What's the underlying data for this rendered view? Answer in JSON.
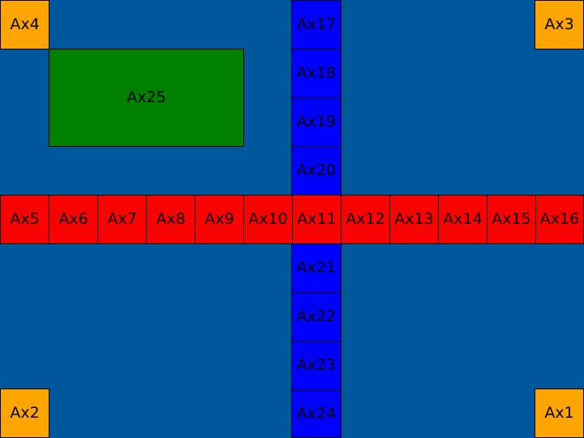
{
  "colors": {
    "background": "#01579b",
    "corner": "#ffa500",
    "row": "#ff0000",
    "column": "#0000ff",
    "panel": "#008000",
    "border": "#000000"
  },
  "corners": [
    {
      "id": "Ax4",
      "label": "Ax4"
    },
    {
      "id": "Ax3",
      "label": "Ax3"
    },
    {
      "id": "Ax2",
      "label": "Ax2"
    },
    {
      "id": "Ax1",
      "label": "Ax1"
    }
  ],
  "panel": {
    "id": "Ax25",
    "label": "Ax25"
  },
  "row": [
    {
      "id": "Ax5",
      "label": "Ax5"
    },
    {
      "id": "Ax6",
      "label": "Ax6"
    },
    {
      "id": "Ax7",
      "label": "Ax7"
    },
    {
      "id": "Ax8",
      "label": "Ax8"
    },
    {
      "id": "Ax9",
      "label": "Ax9"
    },
    {
      "id": "Ax10",
      "label": "Ax10"
    },
    {
      "id": "Ax11",
      "label": "Ax11"
    },
    {
      "id": "Ax12",
      "label": "Ax12"
    },
    {
      "id": "Ax13",
      "label": "Ax13"
    },
    {
      "id": "Ax14",
      "label": "Ax14"
    },
    {
      "id": "Ax15",
      "label": "Ax15"
    },
    {
      "id": "Ax16",
      "label": "Ax16"
    }
  ],
  "column_top": [
    {
      "id": "Ax17",
      "label": "Ax17"
    },
    {
      "id": "Ax18",
      "label": "Ax18"
    },
    {
      "id": "Ax19",
      "label": "Ax19"
    },
    {
      "id": "Ax20",
      "label": "Ax20"
    }
  ],
  "column_bottom": [
    {
      "id": "Ax21",
      "label": "Ax21"
    },
    {
      "id": "Ax22",
      "label": "Ax22"
    },
    {
      "id": "Ax23",
      "label": "Ax23"
    },
    {
      "id": "Ax24",
      "label": "Ax24"
    }
  ]
}
